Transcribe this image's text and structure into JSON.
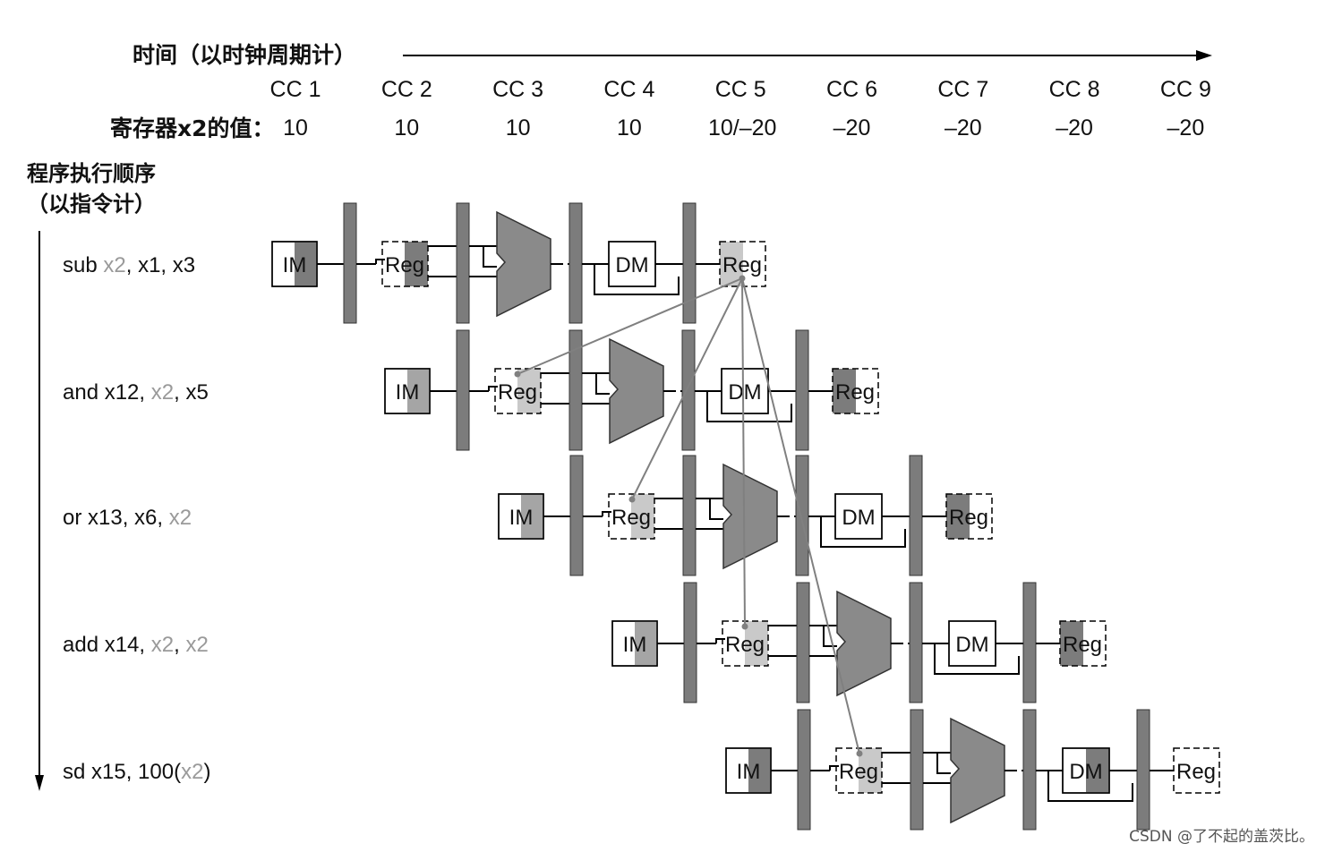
{
  "header": {
    "time_label": "时间（以时钟周期计）",
    "reg_value_label": "寄存器x2的值："
  },
  "cycles": [
    {
      "cc": "CC 1",
      "value": "10"
    },
    {
      "cc": "CC 2",
      "value": "10"
    },
    {
      "cc": "CC 3",
      "value": "10"
    },
    {
      "cc": "CC 4",
      "value": "10"
    },
    {
      "cc": "CC 5",
      "value": "10/–20"
    },
    {
      "cc": "CC 6",
      "value": "–20"
    },
    {
      "cc": "CC 7",
      "value": "–20"
    },
    {
      "cc": "CC 8",
      "value": "–20"
    },
    {
      "cc": "CC 9",
      "value": "–20"
    }
  ],
  "order_label": {
    "line1": "程序执行顺序",
    "line2": "（以指令计）"
  },
  "instructions": [
    {
      "parts": [
        {
          "t": "sub ",
          "hl": false
        },
        {
          "t": "x2",
          "hl": true
        },
        {
          "t": ", x1, x3",
          "hl": false
        }
      ]
    },
    {
      "parts": [
        {
          "t": "and x12, ",
          "hl": false
        },
        {
          "t": "x2",
          "hl": true
        },
        {
          "t": ", x5",
          "hl": false
        }
      ]
    },
    {
      "parts": [
        {
          "t": "or x13, x6, ",
          "hl": false
        },
        {
          "t": "x2",
          "hl": true
        }
      ]
    },
    {
      "parts": [
        {
          "t": "add x14, ",
          "hl": false
        },
        {
          "t": "x2",
          "hl": true
        },
        {
          "t": ", ",
          "hl": false
        },
        {
          "t": "x2",
          "hl": true
        }
      ]
    },
    {
      "parts": [
        {
          "t": "sd x15, 100(",
          "hl": false
        },
        {
          "t": "x2",
          "hl": true
        },
        {
          "t": ")",
          "hl": false
        }
      ]
    }
  ],
  "stage_labels": {
    "im": "IM",
    "reg": "Reg",
    "dm": "DM"
  },
  "watermark": "CSDN @了不起的盖茨比。",
  "colors": {
    "dark_gray": "#7c7c7c",
    "mid_gray": "#a5a5a5",
    "light_gray": "#c9c9c9",
    "highlight_text": "#9a9a9a",
    "line": "#000000",
    "forward_line": "#808080"
  }
}
